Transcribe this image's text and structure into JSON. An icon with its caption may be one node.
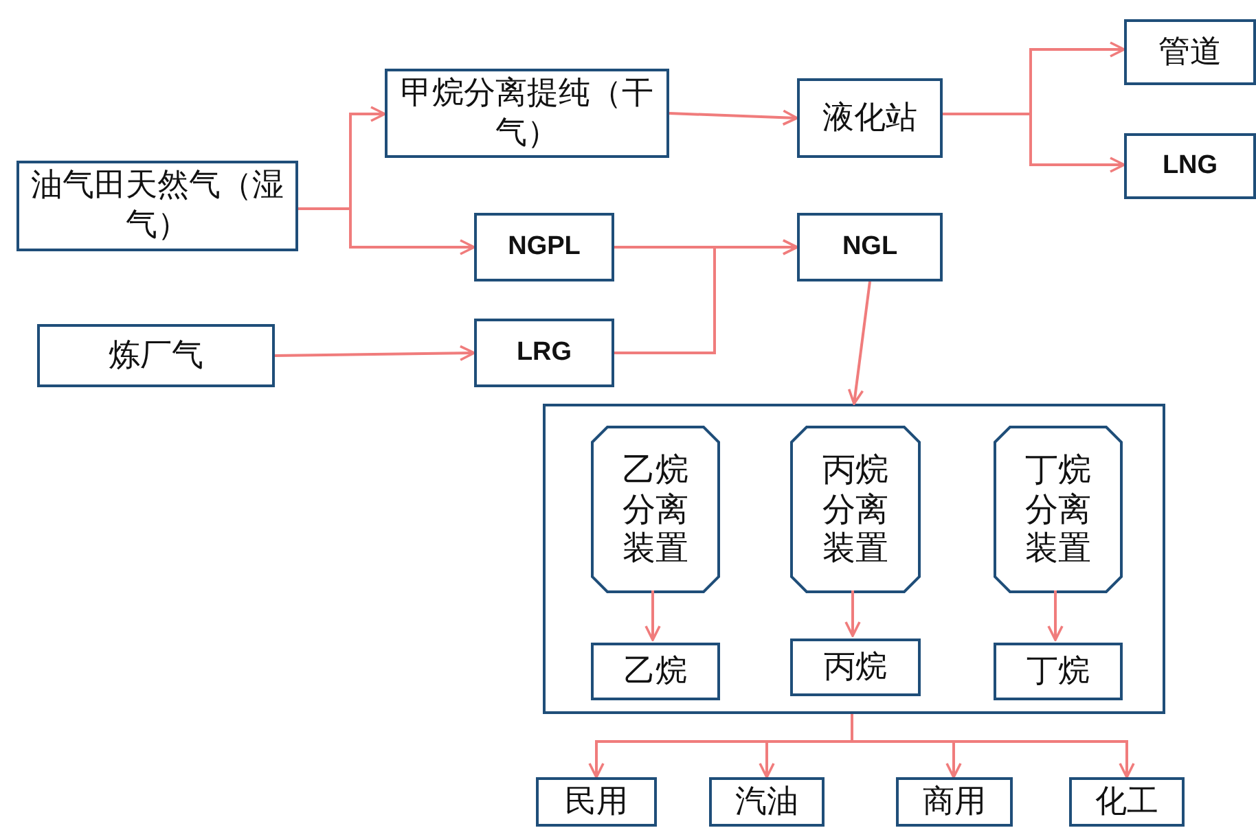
{
  "diagram": {
    "nodes": [
      {
        "text": [
          "油气田天然气（湿气）"
        ]
      },
      {
        "text": [
          "甲烷分离提纯（干气）"
        ]
      },
      {
        "text": [
          "液化站"
        ]
      },
      {
        "text": [
          "管道"
        ]
      },
      {
        "text": [
          "LNG"
        ]
      },
      {
        "text": [
          "NGPL"
        ]
      },
      {
        "text": [
          "NGL"
        ]
      },
      {
        "text": [
          "炼厂气"
        ]
      },
      {
        "text": [
          "LRG"
        ]
      },
      {
        "text": [],
        "shape": "box"
      },
      {
        "text": [
          "乙烷分离装置"
        ],
        "in": 9
      },
      {
        "text": [
          "丙烷分离装置"
        ],
        "in": 9
      },
      {
        "text": [
          "丁烷分离装置"
        ],
        "in": 9
      },
      {
        "text": [
          "乙烷"
        ],
        "in": 9
      },
      {
        "text": [
          "丙烷"
        ],
        "in": 9
      },
      {
        "text": [
          "丁烷"
        ],
        "in": 9
      },
      {
        "text": [
          "民用"
        ]
      },
      {
        "text": [
          "汽油"
        ]
      },
      {
        "text": [
          "商用"
        ]
      },
      {
        "text": [
          "化工"
        ]
      }
    ],
    "edges": [
      {
        "from": 0,
        "to": 1,
        "arrow": "to"
      },
      {
        "from": 0,
        "to": 5,
        "arrow": "to"
      },
      {
        "from": 1,
        "to": 2,
        "arrow": "to"
      },
      {
        "from": 2,
        "to": 3,
        "arrow": "to"
      },
      {
        "from": 2,
        "to": 4,
        "arrow": "to"
      },
      {
        "from": 5,
        "to": 6,
        "arrow": "to"
      },
      {
        "from": 8,
        "to": 6,
        "arrow": "to"
      },
      {
        "from": 7,
        "to": 8,
        "arrow": "to"
      },
      {
        "from": 6,
        "to": 9,
        "arrow": "to"
      },
      {
        "from": 10,
        "to": 13,
        "arrow": "to"
      },
      {
        "from": 11,
        "to": 14,
        "arrow": "to"
      },
      {
        "from": 12,
        "to": 15,
        "arrow": "to"
      },
      {
        "from": 9,
        "to": 16,
        "arrow": "to"
      },
      {
        "from": 9,
        "to": 17,
        "arrow": "to"
      },
      {
        "from": 9,
        "to": 18,
        "arrow": "to"
      },
      {
        "from": 9,
        "to": 19,
        "arrow": "to"
      }
    ]
  }
}
